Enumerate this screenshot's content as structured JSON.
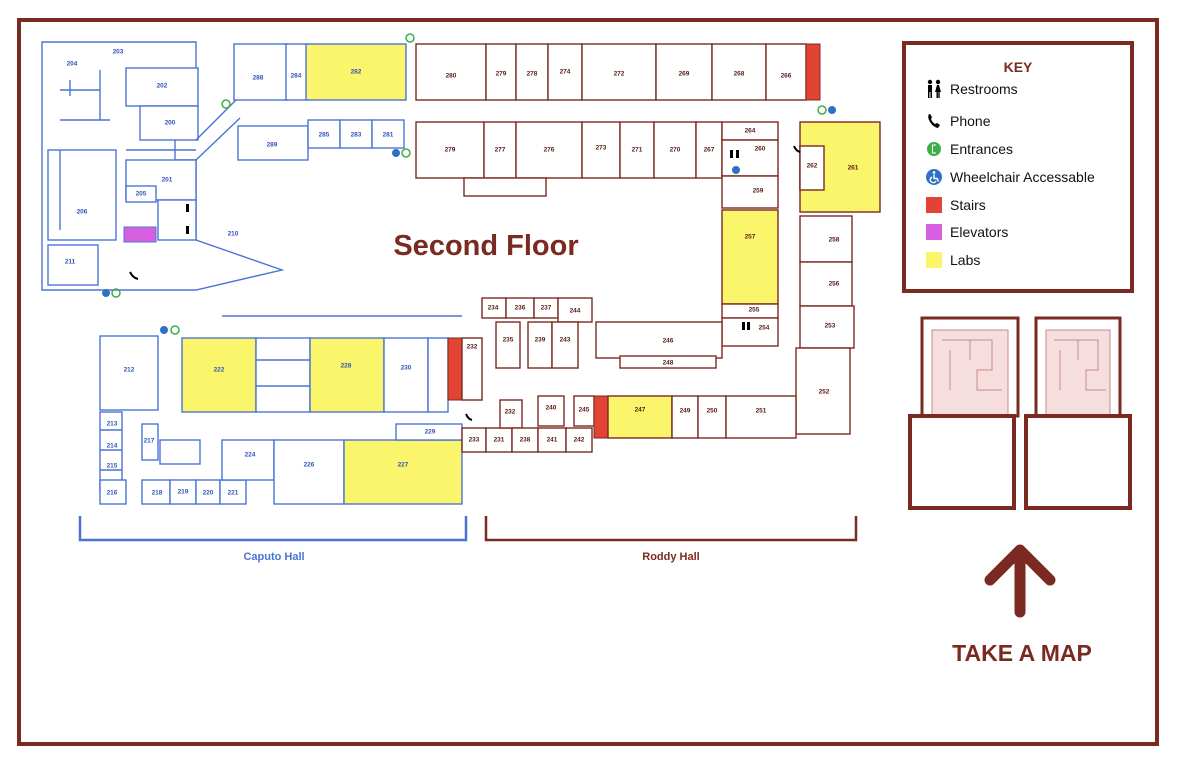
{
  "title": "Second Floor",
  "halls": {
    "caputo": "Caputo Hall",
    "roddy": "Roddy Hall"
  },
  "key": {
    "title": "KEY",
    "items": [
      {
        "label": "Restrooms",
        "icon": "restroom-icon"
      },
      {
        "label": "Phone",
        "icon": "phone-icon"
      },
      {
        "label": "Entrances",
        "icon": "entrance-icon",
        "color": "#3dae49"
      },
      {
        "label": "Wheelchair Accessable",
        "icon": "wheelchair-icon",
        "color": "#2f72c4"
      },
      {
        "label": "Stairs",
        "color": "#e14434"
      },
      {
        "label": "Elevators",
        "color": "#d760e0"
      },
      {
        "label": "Labs",
        "color": "#fbf56b"
      }
    ]
  },
  "take_map": "TAKE A MAP",
  "colors": {
    "caputo_outline": "#4a74d4",
    "roddy_outline": "#7a2a20",
    "lab": "#fbf56b",
    "stairs": "#e14434",
    "elevator": "#d760e0"
  },
  "rooms": {
    "r204": "204",
    "r203": "203",
    "r202": "202",
    "r200": "200",
    "r201": "201",
    "r205": "205",
    "r206": "206",
    "r211": "211",
    "r210": "210",
    "r288": "288",
    "r284": "284",
    "r282": "282",
    "r289": "289",
    "r285": "285",
    "r283": "283",
    "r281": "281",
    "r280": "280",
    "r279": "279",
    "r278": "278",
    "r274": "274",
    "r272": "272",
    "r269": "269",
    "r268": "268",
    "r266": "266",
    "r279b": "279",
    "r277": "277",
    "r276": "276",
    "r273": "273",
    "r271": "271",
    "r270": "270",
    "r267": "267",
    "r264": "264",
    "r260": "260",
    "r259": "259",
    "r262": "262",
    "r261": "261",
    "r257": "257",
    "r258": "258",
    "r256": "256",
    "r255": "255",
    "r254": "254",
    "r253": "253",
    "r252": "252",
    "r212": "212",
    "r222": "222",
    "r228": "228",
    "r230": "230",
    "r232": "232",
    "r213": "213",
    "r214": "214",
    "r215": "215",
    "r216": "216",
    "r217": "217",
    "r218": "218",
    "r219": "219",
    "r220": "220",
    "r221": "221",
    "r224": "224",
    "r226": "226",
    "r227": "227",
    "r229": "229",
    "r234": "234",
    "r236": "236",
    "r237": "237",
    "r244": "244",
    "r235": "235",
    "r239": "239",
    "r243": "243",
    "r246": "246",
    "r248": "248",
    "r233": "233",
    "r231": "231",
    "r238": "238",
    "r241": "241",
    "r242": "242",
    "r240": "240",
    "r245": "245",
    "r247": "247",
    "r249": "249",
    "r250": "250",
    "r251": "251"
  }
}
